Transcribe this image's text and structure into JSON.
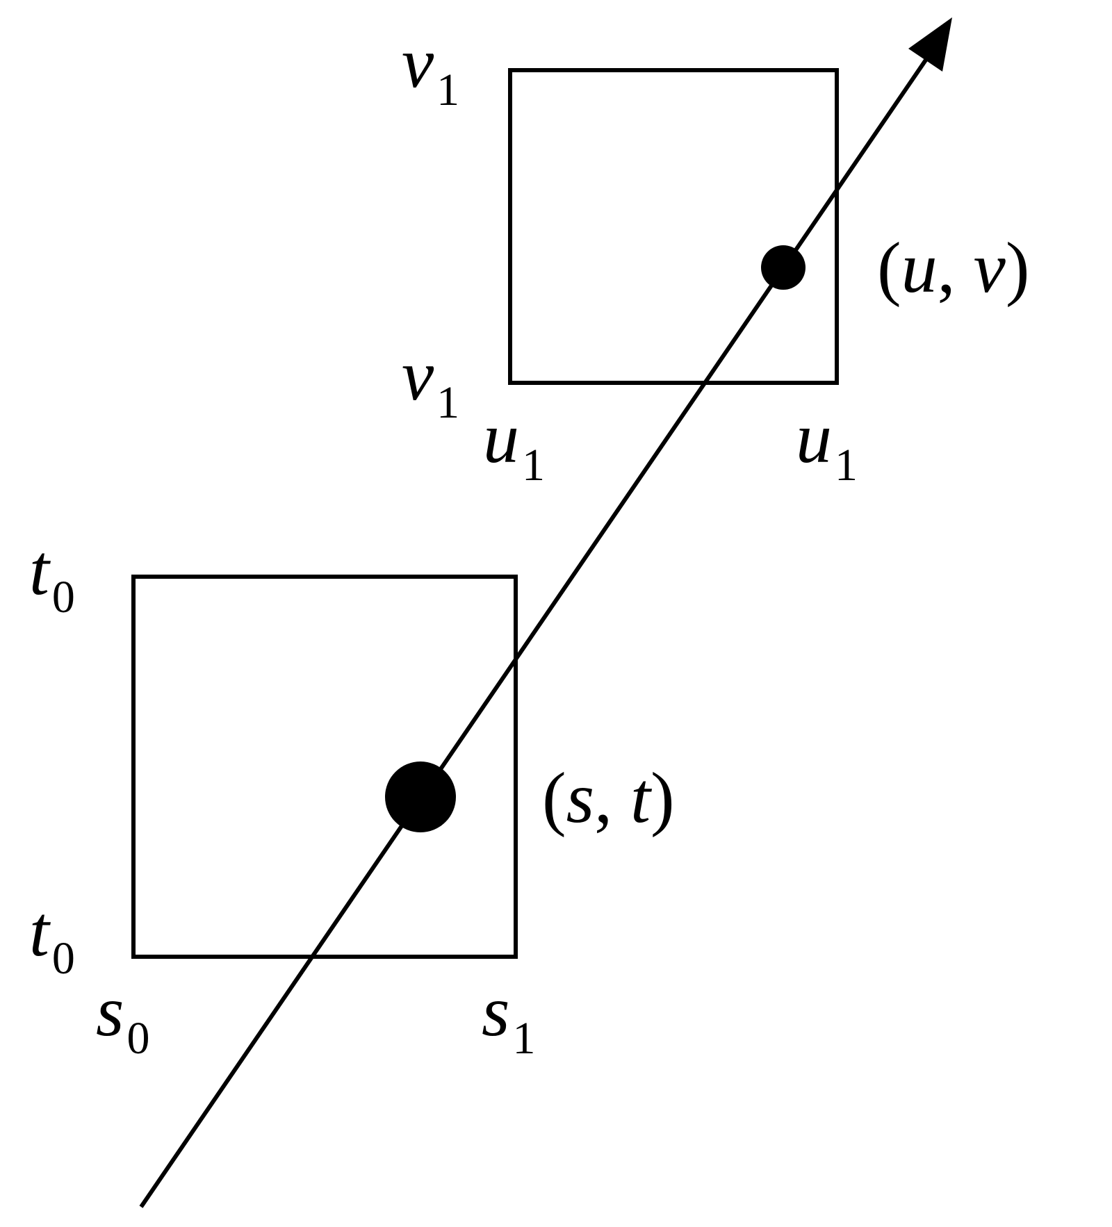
{
  "colors": {
    "ink": "#000000",
    "background": "#ffffff"
  },
  "upper_plane": {
    "top_left": {
      "var": "v",
      "sub": "1"
    },
    "bottom_left": {
      "var": "v",
      "sub": "1"
    },
    "bottom_left_x": {
      "var": "u",
      "sub": "1"
    },
    "bottom_right_x": {
      "var": "u",
      "sub": "1"
    },
    "point": {
      "open": "(",
      "a": "u",
      "sep": ", ",
      "b": "v",
      "close": ")"
    }
  },
  "lower_plane": {
    "top_left": {
      "var": "t",
      "sub": "0"
    },
    "bottom_left": {
      "var": "t",
      "sub": "0"
    },
    "bottom_left_x": {
      "var": "s",
      "sub": "0"
    },
    "bottom_right_x": {
      "var": "s",
      "sub": "1"
    },
    "point": {
      "open": "(",
      "a": "s",
      "sep": ", ",
      "b": "t",
      "close": ")"
    }
  }
}
